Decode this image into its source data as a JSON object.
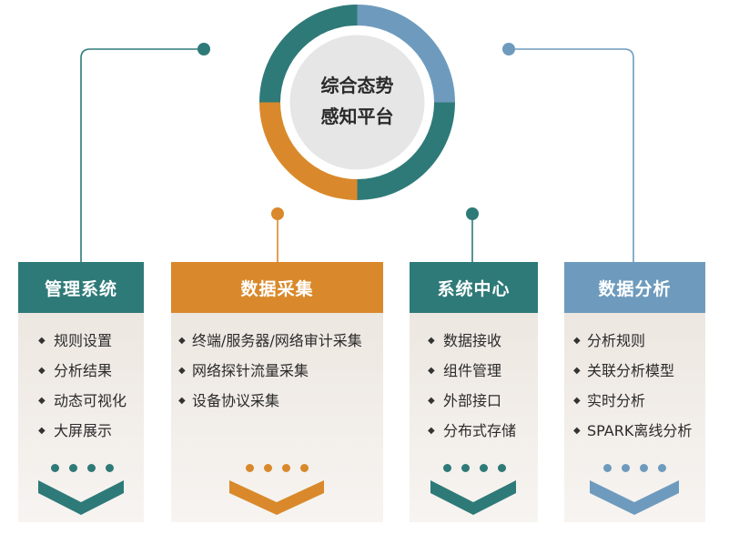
{
  "hub": {
    "title_line1": "综合态势",
    "title_line2": "感知平台",
    "colors": {
      "teal": "#2e7a78",
      "blue": "#6e9bbd",
      "orange": "#d9892b",
      "gray": "#e6e6e6"
    }
  },
  "modules": [
    {
      "title": "管理系统",
      "color": "#2e7a78",
      "items": [
        "规则设置",
        "分析结果",
        "动态可视化",
        "大屏展示"
      ]
    },
    {
      "title": "数据采集",
      "color": "#d9892b",
      "items": [
        "终端/服务器/网络审计采集",
        "网络探针流量采集",
        "设备协议采集"
      ]
    },
    {
      "title": "系统中心",
      "color": "#2e7a78",
      "items": [
        "数据接收",
        "组件管理",
        "外部接口",
        "分布式存储"
      ]
    },
    {
      "title": "数据分析",
      "color": "#6e9bbd",
      "items": [
        "分析规则",
        "关联分析模型",
        "实时分析",
        "SPARK离线分析"
      ]
    }
  ]
}
